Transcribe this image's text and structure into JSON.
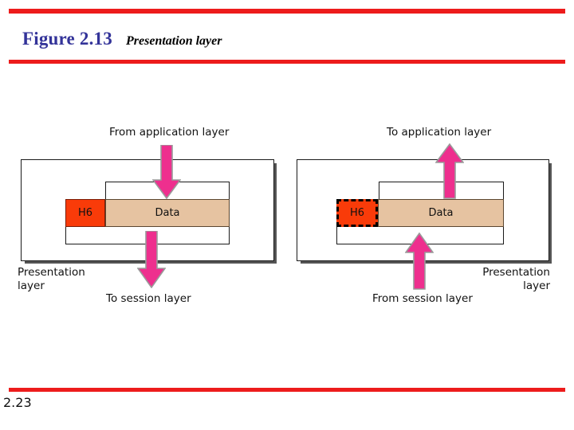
{
  "slide": {
    "page_number": "2.23",
    "title_main": "Figure 2.13",
    "title_sub": "Presentation layer",
    "title_color": "#333399",
    "rule_color": "#ED1C1C"
  },
  "colors": {
    "header_fill": "#F93B09",
    "data_fill": "#E6C3A1",
    "arrow_fill": "#EE2F8E",
    "arrow_stroke": "#8c8c8c",
    "panel_border": "#1a1a1a"
  },
  "diagram": {
    "type": "protocol-encapsulation",
    "left": {
      "name": "sending-side",
      "top_label": "From application layer",
      "bottom_label": "To session layer",
      "side_label": "Presentation\nlayer",
      "header_label": "H6",
      "data_label": "Data",
      "header_style": "solid",
      "in_arrow_direction": "down",
      "out_arrow_direction": "down"
    },
    "right": {
      "name": "receiving-side",
      "top_label": "To application layer",
      "bottom_label": "From session layer",
      "side_label": "Presentation\nlayer",
      "header_label": "H6",
      "data_label": "Data",
      "header_style": "dashed",
      "in_arrow_direction": "up",
      "out_arrow_direction": "up"
    }
  }
}
